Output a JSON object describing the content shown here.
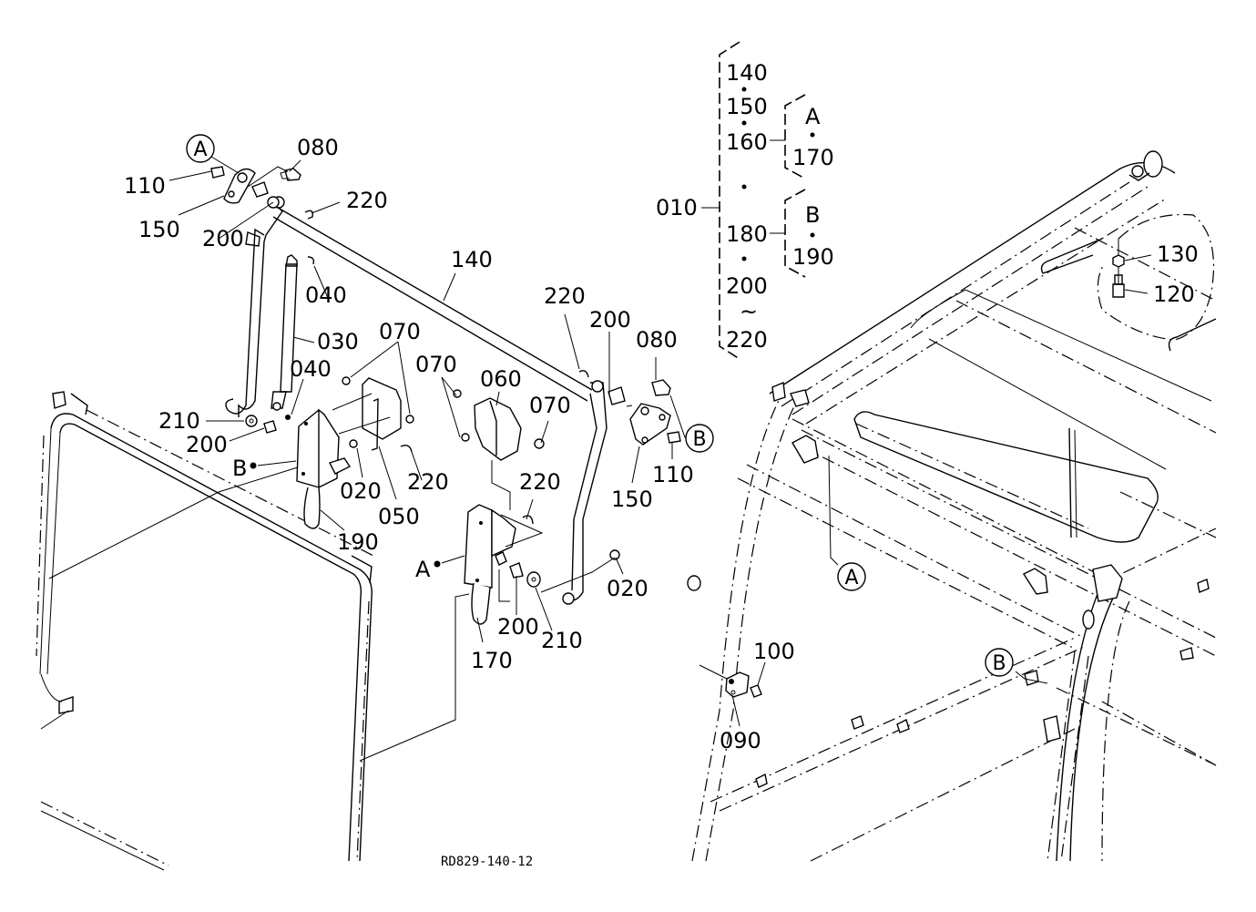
{
  "diagram": {
    "drawing_code": "RD829-140-12",
    "assembly_legend": {
      "parent": "010",
      "members": [
        "140",
        "150",
        "160",
        "180",
        "200",
        "220"
      ],
      "range_symbol": "~",
      "sub_groups": [
        {
          "key": "A",
          "parent": "160",
          "items": [
            "A",
            "170"
          ]
        },
        {
          "key": "B",
          "parent": "180",
          "items": [
            "B",
            "190"
          ]
        }
      ]
    },
    "callouts": [
      {
        "id": "c1",
        "label": "080"
      },
      {
        "id": "c2",
        "label": "110"
      },
      {
        "id": "c3",
        "label": "150"
      },
      {
        "id": "c4",
        "label": "200"
      },
      {
        "id": "c5",
        "label": "220"
      },
      {
        "id": "c6",
        "label": "140"
      },
      {
        "id": "c7",
        "label": "040"
      },
      {
        "id": "c8",
        "label": "030"
      },
      {
        "id": "c9",
        "label": "070"
      },
      {
        "id": "c10",
        "label": "040"
      },
      {
        "id": "c11",
        "label": "210"
      },
      {
        "id": "c12",
        "label": "200"
      },
      {
        "id": "c13",
        "label": "B"
      },
      {
        "id": "c14",
        "label": "020"
      },
      {
        "id": "c15",
        "label": "050"
      },
      {
        "id": "c16",
        "label": "220"
      },
      {
        "id": "c17",
        "label": "190"
      },
      {
        "id": "c18",
        "label": "070"
      },
      {
        "id": "c19",
        "label": "060"
      },
      {
        "id": "c20",
        "label": "070"
      },
      {
        "id": "c21",
        "label": "220"
      },
      {
        "id": "c22",
        "label": "200"
      },
      {
        "id": "c23",
        "label": "080"
      },
      {
        "id": "c24",
        "label": "110"
      },
      {
        "id": "c25",
        "label": "150"
      },
      {
        "id": "c26",
        "label": "220"
      },
      {
        "id": "c27",
        "label": "A"
      },
      {
        "id": "c28",
        "label": "020"
      },
      {
        "id": "c29",
        "label": "200"
      },
      {
        "id": "c30",
        "label": "210"
      },
      {
        "id": "c31",
        "label": "170"
      },
      {
        "id": "c32",
        "label": "130"
      },
      {
        "id": "c33",
        "label": "120"
      },
      {
        "id": "c34",
        "label": "100"
      },
      {
        "id": "c35",
        "label": "090"
      }
    ],
    "circle_markers": [
      {
        "id": "m1",
        "label": "A"
      },
      {
        "id": "m2",
        "label": "B"
      },
      {
        "id": "m3",
        "label": "A"
      },
      {
        "id": "m4",
        "label": "B"
      }
    ]
  }
}
